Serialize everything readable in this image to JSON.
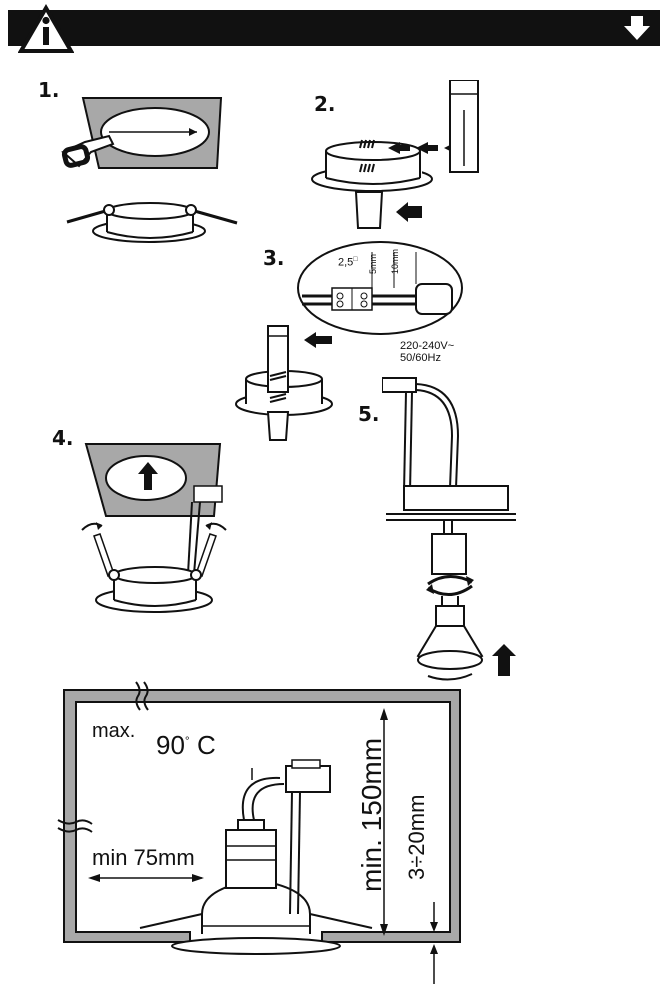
{
  "header": {
    "info_icon": "info-warning-icon",
    "nav_icon": "down-arrow-icon",
    "bar_color": "#111111"
  },
  "steps": [
    "1.",
    "2.",
    "3.",
    "4.",
    "5."
  ],
  "wiring": {
    "cross_section": "2,5",
    "strip_short": "5mm",
    "strip_long": "10mm",
    "voltage": "220-240V~",
    "frequency": "50/60Hz"
  },
  "installation": {
    "max_label": "max.",
    "max_temp": "90",
    "temp_unit": "C",
    "min_side": "min 75mm",
    "min_height": "min. 150mm",
    "ceiling_thickness": "3÷20mm"
  },
  "colors": {
    "panel_gray": "#a8a8a8",
    "arrow": "#111111",
    "line": "#111111"
  }
}
